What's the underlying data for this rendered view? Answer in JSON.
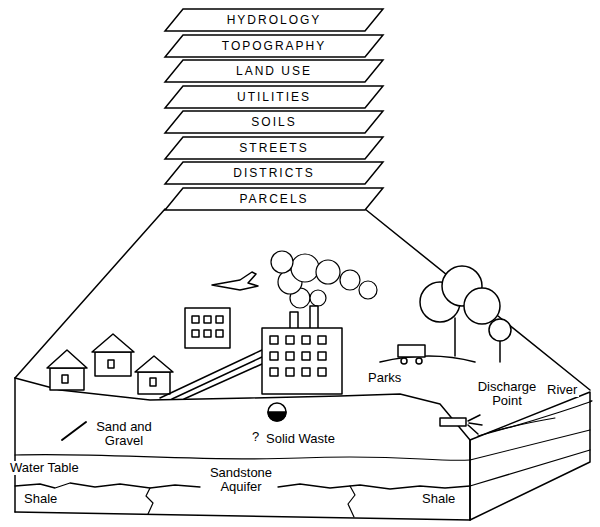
{
  "diagram": {
    "nodes": [
      {
        "text": [
          "HYDROLOGY"
        ]
      },
      {
        "text": [
          "TOPOGRAPHY"
        ]
      },
      {
        "text": [
          "LAND USE"
        ]
      },
      {
        "text": [
          "UTILITIES"
        ]
      },
      {
        "text": [
          "SOILS"
        ]
      },
      {
        "text": [
          "STREETS"
        ]
      },
      {
        "text": [
          "DISTRICTS"
        ]
      },
      {
        "text": [
          "PARCELS"
        ]
      }
    ],
    "labels": [
      "Parks",
      "River",
      "Discharge Point",
      "Sand and Gravel",
      "?",
      "Solid Waste",
      "Water Table",
      "Sandstone Aquifer",
      "Shale",
      "Shale"
    ]
  }
}
